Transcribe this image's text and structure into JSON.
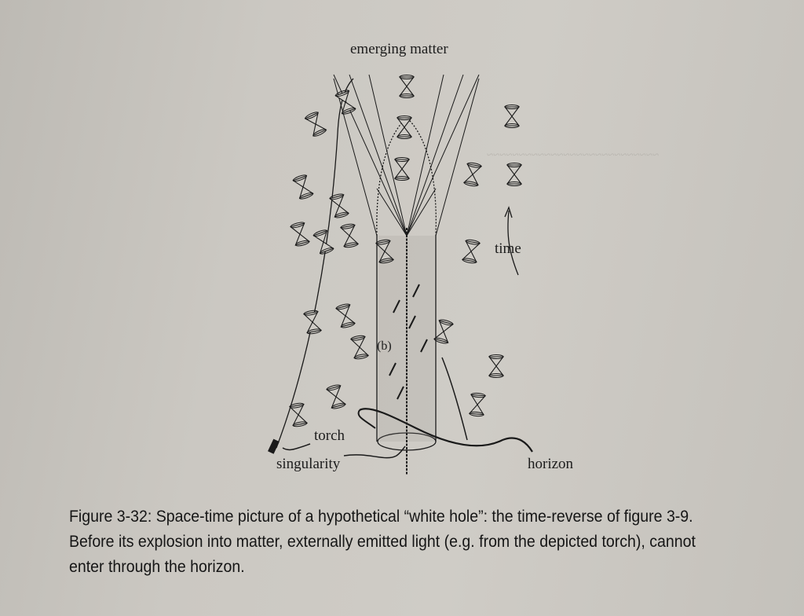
{
  "figure": {
    "labels": {
      "top": "emerging matter",
      "time": "time",
      "event": "(b)",
      "torch": "torch",
      "singularity": "singularity",
      "horizon": "horizon"
    },
    "caption": "Figure 3-32:  Space-time picture of a hypothetical “white hole”: the time-reverse of figure 3-9. Before its explosion into matter, externally emitted light (e.g. from the depicted torch), cannot enter through the horizon."
  }
}
